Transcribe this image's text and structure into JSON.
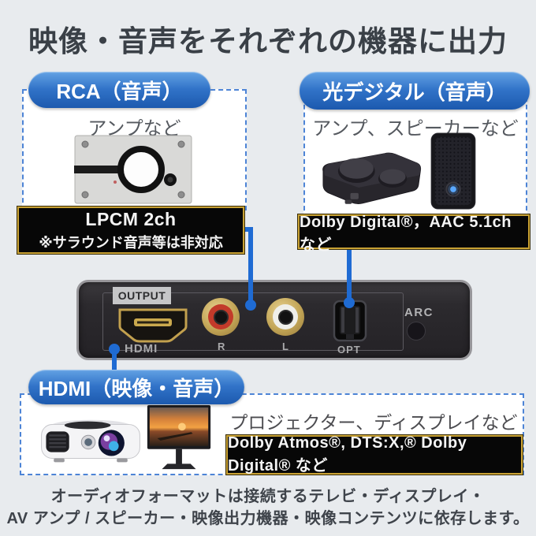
{
  "page": {
    "title": "映像・音声をそれぞれの機器に出力"
  },
  "colors": {
    "page-bg": "#e8ebee",
    "title-color": "#3a4047",
    "pill-top": "#63a2e4",
    "pill-mid": "#3173c8",
    "pill-bottom": "#1c59ae",
    "dashed-border": "#4d84d6",
    "connector": "#1f6bd3",
    "gold": "#c9a235",
    "black-box-bg": "#070707",
    "caption-color": "#55595f",
    "footer-color": "#3f444b"
  },
  "sections": {
    "rca": {
      "label": "RCA（音声）",
      "device_caption": "アンプなど",
      "format_line1": "LPCM 2ch",
      "format_line2": "※サラウンド音声等は非対応"
    },
    "optical": {
      "label": "光デジタル（音声）",
      "device_caption": "アンプ、スピーカーなど",
      "format": "Dolby Digital®，AAC 5.1ch など"
    },
    "hdmi": {
      "label": "HDMI（映像・音声）",
      "device_caption": "プロジェクター、ディスプレイなど",
      "format": "Dolby Atmos®, DTS:X,® Dolby Digital® など"
    }
  },
  "device_panel": {
    "output_label": "OUTPUT",
    "hdmi_port_label": "HDMI",
    "rca_right_label": "R",
    "rca_left_label": "L",
    "optical_port_label": "OPT",
    "arc_label": "ARC"
  },
  "footer": {
    "line1": "オーディオフォーマットは接続するテレビ・ディスプレイ・",
    "line2": "AV アンプ / スピーカー・映像出力機器・映像コンテンツに依存します。"
  }
}
